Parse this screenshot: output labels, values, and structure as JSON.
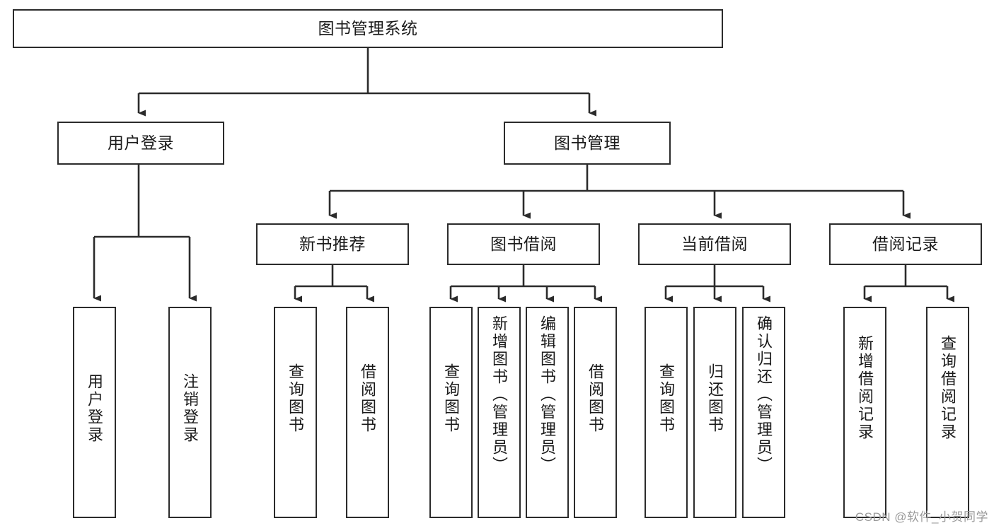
{
  "diagram": {
    "title": "图书管理系统",
    "type": "hierarchy-tree",
    "watermark": "CSDN @软件_小贺同学",
    "colors": {
      "stroke": "#2b2b2b",
      "fill": "#ffffff",
      "text": "#1a1a1a",
      "watermark": "#9a9a9a"
    },
    "levels": {
      "root": {
        "label": "图书管理系统"
      },
      "level2": [
        {
          "id": "user-login",
          "label": "用户登录"
        },
        {
          "id": "book-management",
          "label": "图书管理"
        }
      ],
      "level3": [
        {
          "id": "new-book-recommend",
          "label": "新书推荐"
        },
        {
          "id": "book-borrow",
          "label": "图书借阅"
        },
        {
          "id": "current-borrow",
          "label": "当前借阅"
        },
        {
          "id": "borrow-record",
          "label": "借阅记录"
        }
      ],
      "leaves": {
        "user_login": [
          {
            "id": "leaf-user-login",
            "label": "用户登录"
          },
          {
            "id": "leaf-user-logout",
            "label": "注销登录"
          }
        ],
        "new_book_recommend": [
          {
            "id": "leaf-query-book-1",
            "label": "查询图书"
          },
          {
            "id": "leaf-borrow-book-1",
            "label": "借阅图书"
          }
        ],
        "book_borrow": [
          {
            "id": "leaf-query-book-2",
            "label": "查询图书"
          },
          {
            "id": "leaf-add-book",
            "label": "新增图书（管理员）"
          },
          {
            "id": "leaf-edit-book",
            "label": "编辑图书（管理员）"
          },
          {
            "id": "leaf-borrow-book-2",
            "label": "借阅图书"
          }
        ],
        "current_borrow": [
          {
            "id": "leaf-query-book-3",
            "label": "查询图书"
          },
          {
            "id": "leaf-return-book",
            "label": "归还图书"
          },
          {
            "id": "leaf-confirm-return",
            "label": "确认归还（管理员）"
          }
        ],
        "borrow_record": [
          {
            "id": "leaf-add-record",
            "label": "新增借阅记录"
          },
          {
            "id": "leaf-query-record",
            "label": "查询借阅记录"
          }
        ]
      }
    }
  }
}
